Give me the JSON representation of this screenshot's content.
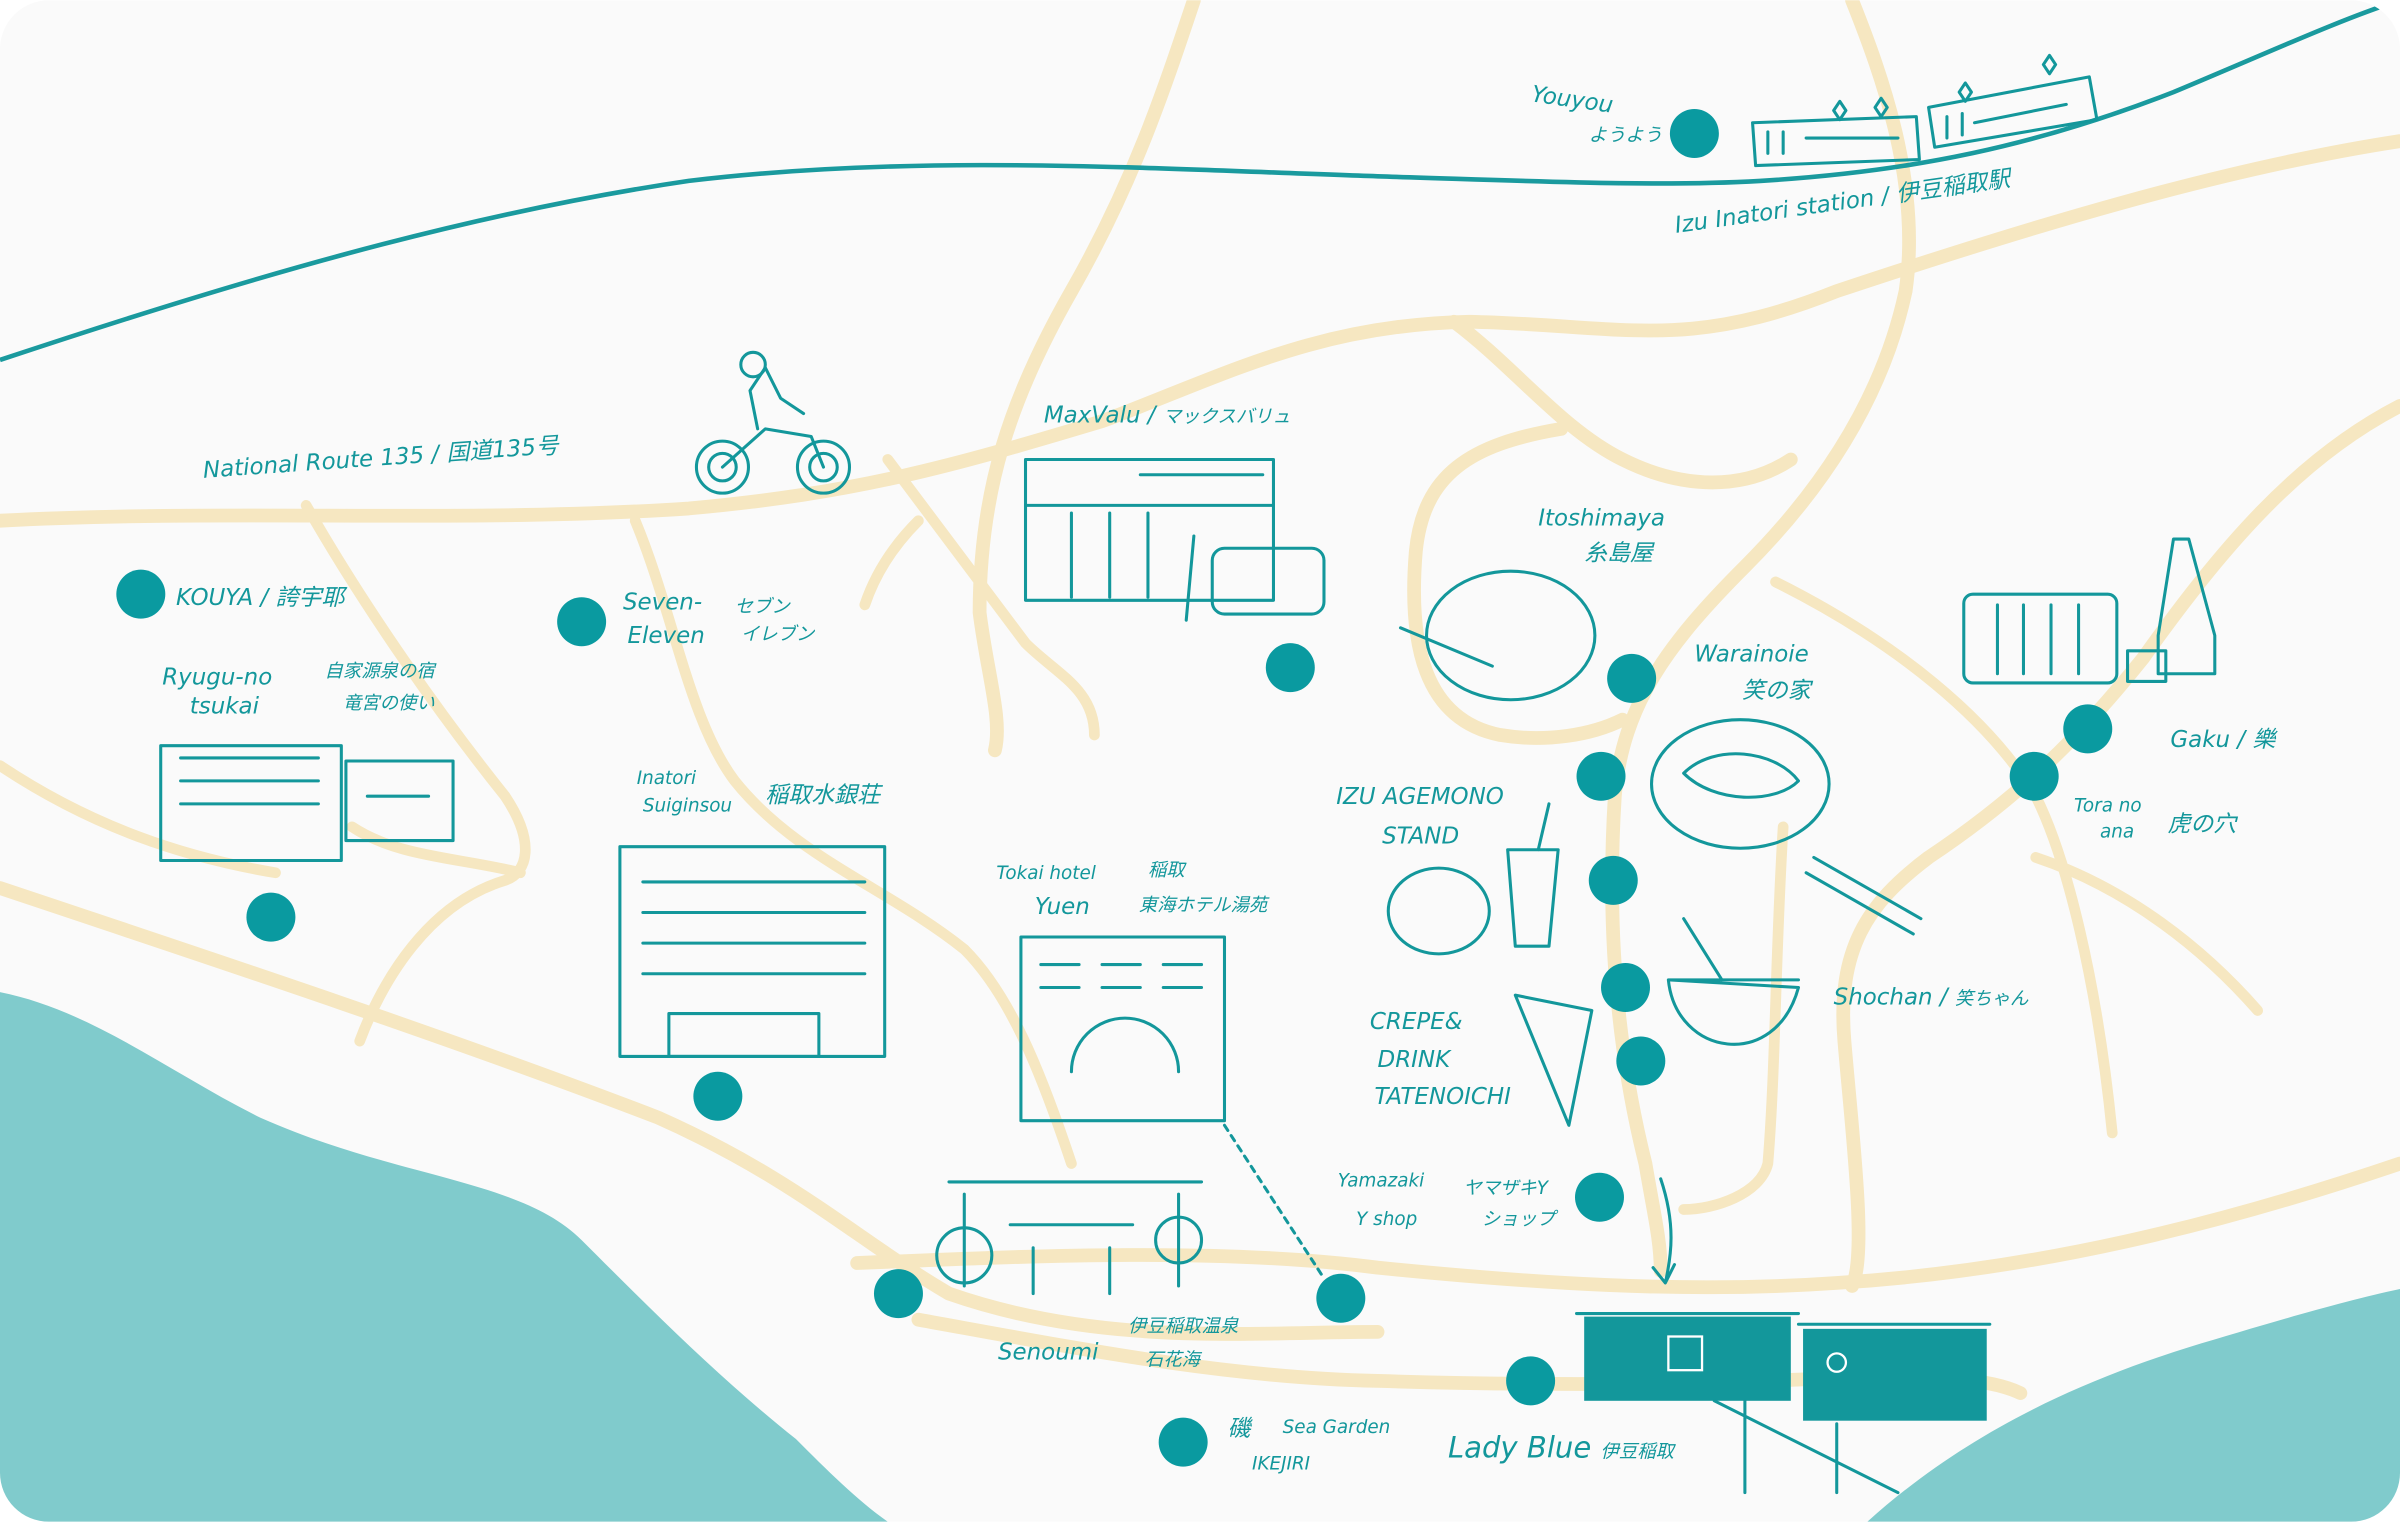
{
  "colors": {
    "background": "#fafafa",
    "road": "#f6e7c1",
    "ink": "#13979b",
    "marker": "#0a9aa0",
    "sea": "#80cbcc"
  },
  "station": {
    "en": "Izu Inatori station",
    "ja": "伊豆稲取駅"
  },
  "route": {
    "en": "National Route 135",
    "ja": "国道135号"
  },
  "places": {
    "youyou": {
      "en": "Youyou",
      "ja": "ようよう"
    },
    "kouya": {
      "en": "KOUYA",
      "ja": "誇宇耶"
    },
    "seven": {
      "en1": "Seven-",
      "en2": "Eleven",
      "ja1": "セブン",
      "ja2": "イレブン"
    },
    "ryugu": {
      "en1": "Ryugu-no",
      "en2": "tsukai",
      "ja1": "自家源泉の宿",
      "ja2": "竜宮の使い"
    },
    "suiginsou": {
      "en1": "Inatori",
      "en2": "Suiginsou",
      "ja": "稲取水銀荘"
    },
    "maxvalu": {
      "en": "MaxValu",
      "ja": "マックスバリュ"
    },
    "itoshimaya": {
      "en": "Itoshimaya",
      "ja": "糸島屋"
    },
    "warainoie": {
      "en": "Warainoie",
      "ja": "笑の家"
    },
    "agemono": {
      "en1": "IZU AGEMONO",
      "en2": "STAND"
    },
    "crepe": {
      "en1": "CREPE&",
      "en2": "DRINK",
      "en3": "TATENOICHI"
    },
    "tokai": {
      "en1": "Tokai hotel",
      "en2": "Yuen",
      "ja1": "稲取",
      "ja2": "東海ホテル湯苑"
    },
    "gaku": {
      "en": "Gaku",
      "ja": "樂"
    },
    "tora": {
      "en1": "Tora no",
      "en2": "ana",
      "ja": "虎の穴"
    },
    "shochan": {
      "en": "Shochan",
      "ja": "笑ちゃん"
    },
    "yamazaki": {
      "en1": "Yamazaki",
      "en2": "Y shop",
      "ja1": "ヤマザキY",
      "ja2": "ショップ"
    },
    "senoumi": {
      "en": "Senoumi",
      "ja1": "伊豆稲取温泉",
      "ja2": "石花海"
    },
    "seagarden": {
      "ja": "磯",
      "en1": "Sea Garden",
      "en2": "IKEJIRI"
    },
    "ladyblue": {
      "en": "Lady Blue",
      "ja": "伊豆稲取"
    }
  }
}
